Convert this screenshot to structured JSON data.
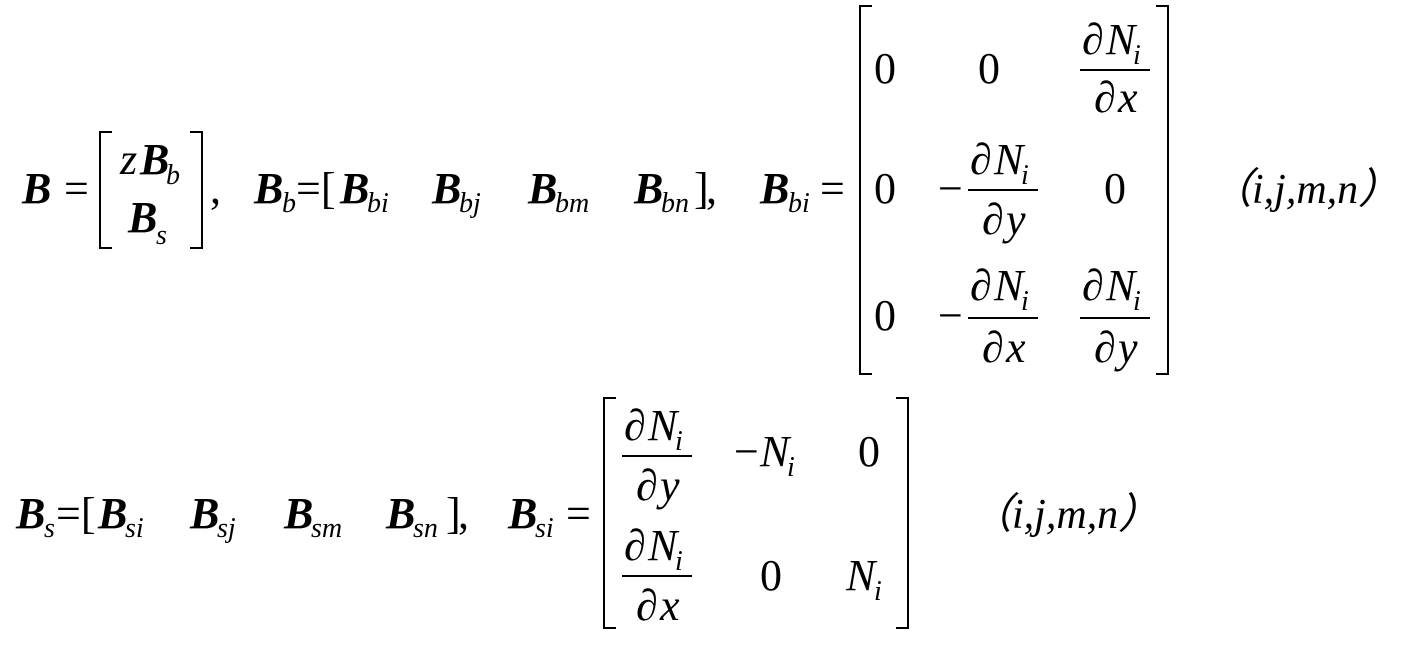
{
  "equations": [
    {
      "id": "eq1",
      "B": "B",
      "eq": "=",
      "z": "z",
      "b": "b",
      "s": "s",
      "comma": ",",
      "Bb_open": "=[",
      "close": "]",
      "bi": "bi",
      "bj": "bj",
      "bm": "bm",
      "bn": "bn",
      "partial": "∂",
      "N": "N",
      "i": "i",
      "x": "x",
      "y": "y",
      "zero": "0",
      "minus": "−",
      "index_label": "（i,j,m,n）"
    },
    {
      "id": "eq2",
      "B": "B",
      "s": "s",
      "Bs_open": "=[",
      "close": "]",
      "comma": ",",
      "si": "si",
      "sj": "sj",
      "sm": "sm",
      "sn": "sn",
      "eq": "=",
      "partial": "∂",
      "N": "N",
      "i": "i",
      "x": "x",
      "y": "y",
      "zero": "0",
      "minus": "−",
      "index_label": "（i,j,m,n）"
    }
  ]
}
